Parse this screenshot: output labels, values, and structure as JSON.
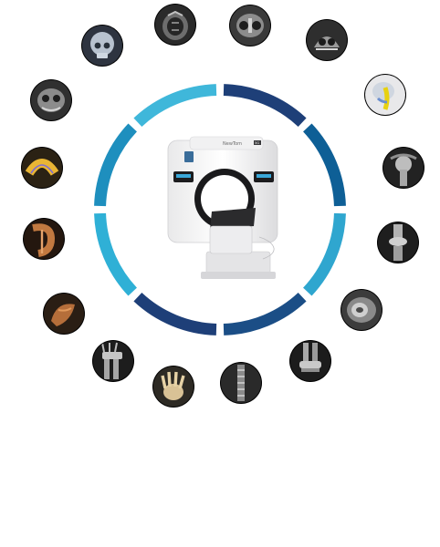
{
  "figure": {
    "device": {
      "icon": "cone-beam-ct-scanner",
      "brand_label": "NewTom",
      "model_badge": "5G"
    },
    "ring": {
      "segment_colors": [
        "#1e3f78",
        "#0e5f96",
        "#2fa6cf",
        "#1b4e86",
        "#1e3f78",
        "#2fb0d6",
        "#1e8fbe",
        "#3fb7da"
      ]
    },
    "thumbnails": [
      {
        "icon": "skull-ct-icon",
        "tone": "gray"
      },
      {
        "icon": "sinus-ct-icon",
        "tone": "gray"
      },
      {
        "icon": "temporal-bone-ct-icon",
        "tone": "gray"
      },
      {
        "icon": "airway-3d-icon",
        "tone": "color"
      },
      {
        "icon": "shoulder-xray-icon",
        "tone": "gray"
      },
      {
        "icon": "knee-xray-icon",
        "tone": "gray"
      },
      {
        "icon": "knee-axial-ct-icon",
        "tone": "gray"
      },
      {
        "icon": "ankle-xray-icon",
        "tone": "gray"
      },
      {
        "icon": "spine-sagittal-icon",
        "tone": "gray"
      },
      {
        "icon": "hand-3d-icon",
        "tone": "color"
      },
      {
        "icon": "wrist-xray-icon",
        "tone": "gray"
      },
      {
        "icon": "cervical-spine-3d-icon",
        "tone": "color"
      },
      {
        "icon": "neck-3d-icon",
        "tone": "color"
      },
      {
        "icon": "dental-arch-3d-icon",
        "tone": "color"
      },
      {
        "icon": "head-axial-ct-icon",
        "tone": "gray"
      },
      {
        "icon": "skull-3d-icon",
        "tone": "gray"
      }
    ]
  }
}
